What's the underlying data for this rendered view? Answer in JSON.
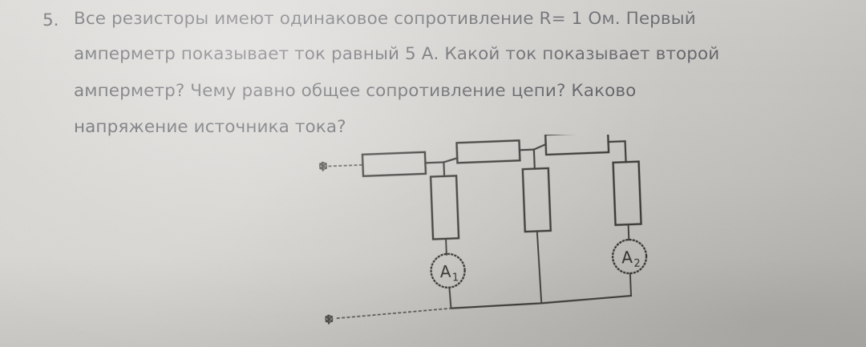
{
  "page": {
    "background_color": "#d2d0cc",
    "ink_color": "#3c3a38",
    "text_color": "#5e6064"
  },
  "question": {
    "number": "5.",
    "lines": [
      "Все резисторы имеют одинаковое сопротивление R= 1 Ом. Первый",
      "амперметр показывает  ток равный 5 А. Какой ток показывает второй",
      "амперметр?  Чему равно общее сопротивление цепи? Каково",
      "напряжение источника тока?"
    ],
    "full_text": "5. Все резисторы имеют одинаковое сопротивление R= 1 Ом. Первый амперметр показывает ток равный 5 А. Какой ток показывает второй амперметр? Чему равно общее сопротивление цепи? Каково напряжение источника тока?"
  },
  "circuit": {
    "title": "electrical-circuit-diagram",
    "resistance_value": "R= 1 Ом",
    "given_current": "5 А",
    "horizontal_resistors": [
      {
        "id": "R1",
        "label": ""
      },
      {
        "id": "R2",
        "label": ""
      },
      {
        "id": "R3",
        "label": ""
      }
    ],
    "vertical_resistors": [
      {
        "id": "R4",
        "label": ""
      },
      {
        "id": "R5",
        "label": ""
      },
      {
        "id": "R6",
        "label": ""
      }
    ],
    "ammeters": [
      {
        "id": "A1",
        "letter": "A",
        "subscript": "1"
      },
      {
        "id": "A2",
        "letter": "A",
        "subscript": "2"
      }
    ],
    "terminals": [
      {
        "id": "top-left-terminal",
        "position": "upper-left"
      },
      {
        "id": "bottom-left-terminal",
        "position": "lower-left"
      }
    ]
  }
}
